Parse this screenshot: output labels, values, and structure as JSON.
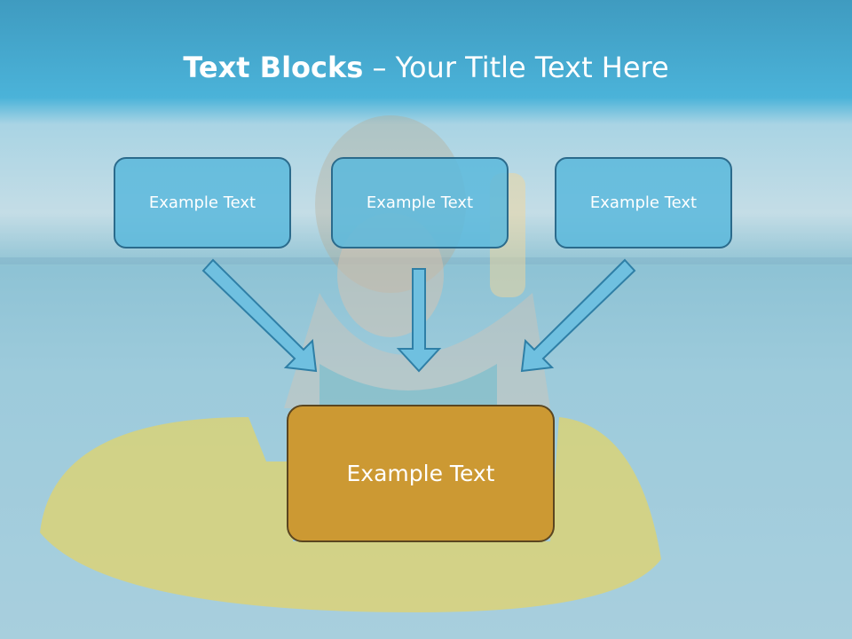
{
  "slide": {
    "title_bold": "Text Blocks",
    "title_rest": " – Your Title Text Here",
    "boxes": [
      {
        "label": "Example Text"
      },
      {
        "label": "Example Text"
      },
      {
        "label": "Example Text"
      }
    ],
    "main_box": {
      "label": "Example Text"
    }
  },
  "colors": {
    "accent_blue": "#5ab9dc",
    "box_border": "#2b6b8c",
    "main_box_fill": "#cc9933",
    "arrow_fill": "#6fc0e0"
  }
}
